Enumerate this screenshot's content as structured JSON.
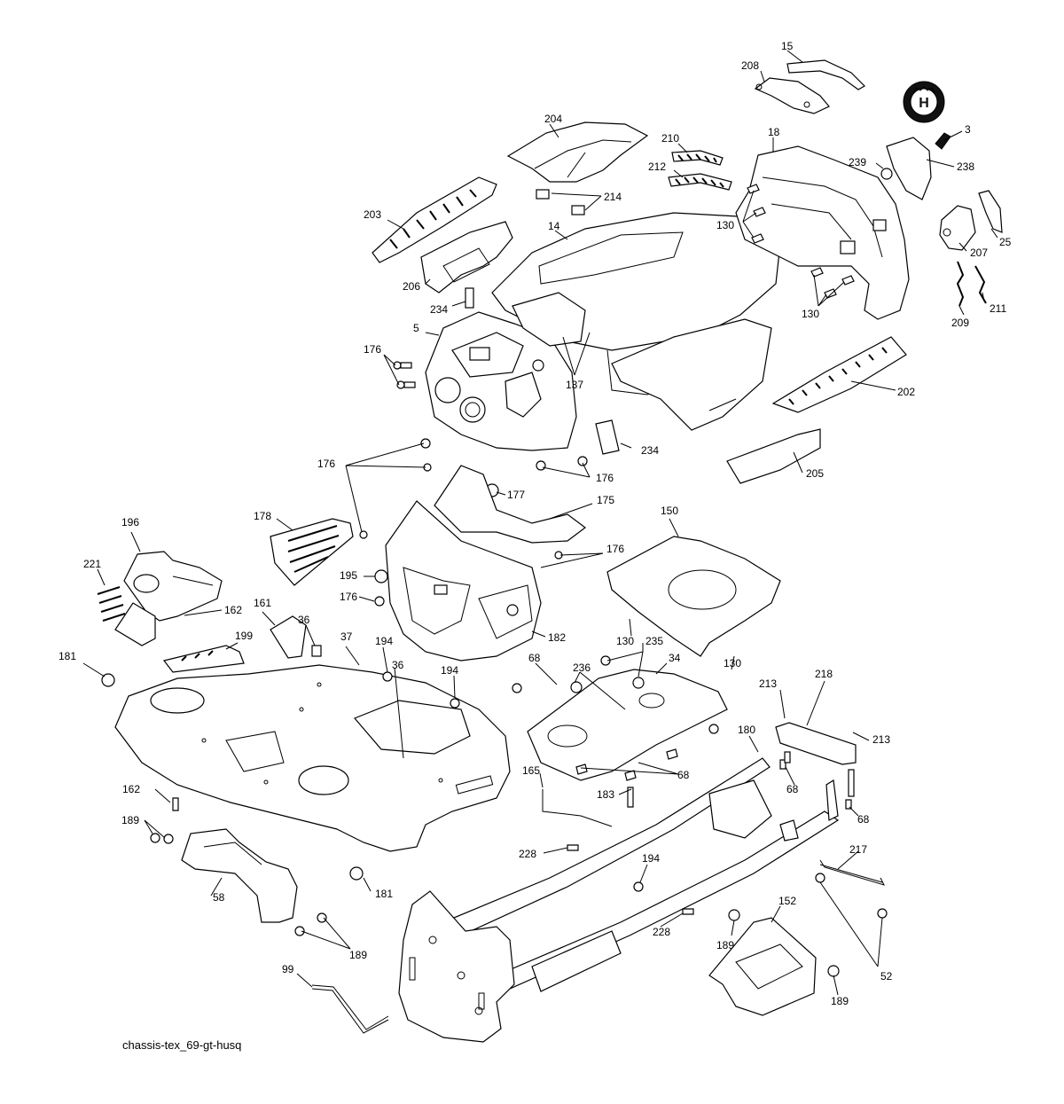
{
  "diagram": {
    "caption": "chassis-tex_69-gt-husq",
    "brand_logo": "husqvarna-h-emblem",
    "labels": {
      "l15": "15",
      "l208": "208",
      "l3": "3",
      "l204": "204",
      "l210": "210",
      "l212": "212",
      "l214": "214",
      "l18": "18",
      "l239": "239",
      "l238": "238",
      "l203": "203",
      "l14": "14",
      "l130a": "130",
      "l25": "25",
      "l207": "207",
      "l206": "206",
      "l234a": "234",
      "l130b": "130",
      "l209": "209",
      "l211": "211",
      "l5": "5",
      "l176a": "176",
      "l137": "137",
      "l202": "202",
      "l234b": "234",
      "l176b": "176",
      "l176c": "176",
      "l177": "177",
      "l205": "205",
      "l178": "178",
      "l175": "175",
      "l150": "150",
      "l196": "196",
      "l176d": "176",
      "l221": "221",
      "l195": "195",
      "l162a": "162",
      "l161": "161",
      "l176e": "176",
      "l36a": "36",
      "l182": "182",
      "l130c": "130",
      "l199": "199",
      "l37": "37",
      "l194a": "194",
      "l235": "235",
      "l181a": "181",
      "l68a": "68",
      "l36b": "36",
      "l194b": "194",
      "l236": "236",
      "l34": "34",
      "l130d": "130",
      "l213a": "213",
      "l218": "218",
      "l213b": "213",
      "l180": "180",
      "l68b": "68",
      "l165": "165",
      "l183": "183",
      "l68c": "68",
      "l162b": "162",
      "l68d": "68",
      "l189a": "189",
      "l217": "217",
      "l228a": "228",
      "l194c": "194",
      "l181b": "181",
      "l58": "58",
      "l152": "152",
      "l228b": "228",
      "l189b": "189",
      "l189c": "189",
      "l52": "52",
      "l99": "99",
      "l189d": "189"
    }
  }
}
